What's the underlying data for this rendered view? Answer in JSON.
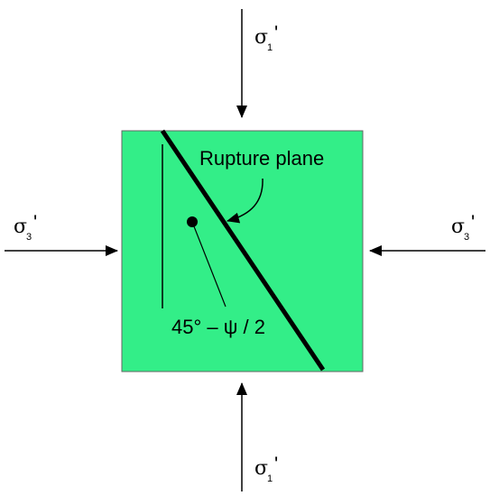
{
  "diagram": {
    "labels": {
      "sigma_symbol": "σ",
      "sigma1_sub": "1",
      "sigma3_sub": "3",
      "prime": "'",
      "rupture_plane": "Rupture plane",
      "angle": "45° – ψ / 2"
    },
    "colors": {
      "specimen_fill": "#33ee88",
      "stroke": "#000000",
      "background": "#ffffff"
    }
  }
}
